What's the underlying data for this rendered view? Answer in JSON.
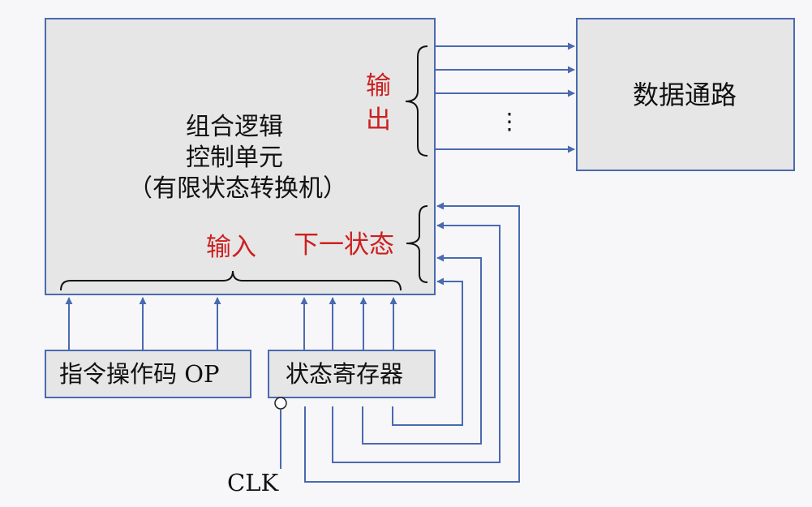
{
  "main_box": {
    "line1": "组合逻辑",
    "line2": "控制单元",
    "line3": "（有限状态转换机）"
  },
  "datapath": {
    "label": "数据通路"
  },
  "opcode": {
    "label": "指令操作码 OP"
  },
  "state_reg": {
    "label": "状态寄存器"
  },
  "labels": {
    "output_1": "输",
    "output_2": "出",
    "input": "输入",
    "next_state": "下一状态",
    "ellipsis": "⋮",
    "clk": "CLK"
  },
  "colors": {
    "box_fill": "#e6e6e6",
    "line": "#4a6ab0",
    "highlight_text": "#cc1f1f"
  }
}
